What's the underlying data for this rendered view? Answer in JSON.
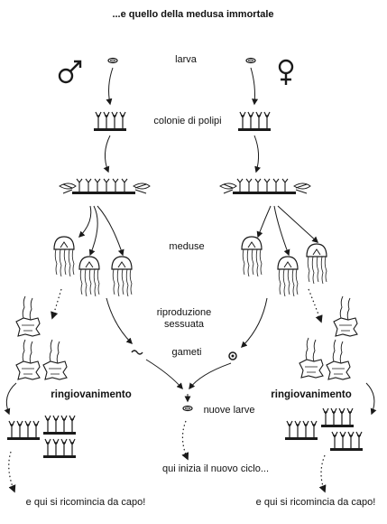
{
  "title": "...e quello della medusa immortale",
  "labels": {
    "larva": "larva",
    "colonie": "colonie di polipi",
    "meduse": "meduse",
    "riproduzione_1": "riproduzione",
    "riproduzione_2": "sessuata",
    "gameti": "gameti",
    "ringiovanimento_left": "ringiovanimento",
    "ringiovanimento_right": "ringiovanimento",
    "nuove_larve": "nuove larve",
    "nuovo_ciclo": "qui inizia il nuovo ciclo...",
    "ricomincia_left": "e qui si ricomincia da capo!",
    "ricomincia_right": "e qui si ricomincia da capo!"
  },
  "symbols": {
    "male": "male-symbol",
    "female": "female-symbol"
  },
  "colors": {
    "ink": "#1a1a1a",
    "background": "#ffffff"
  }
}
